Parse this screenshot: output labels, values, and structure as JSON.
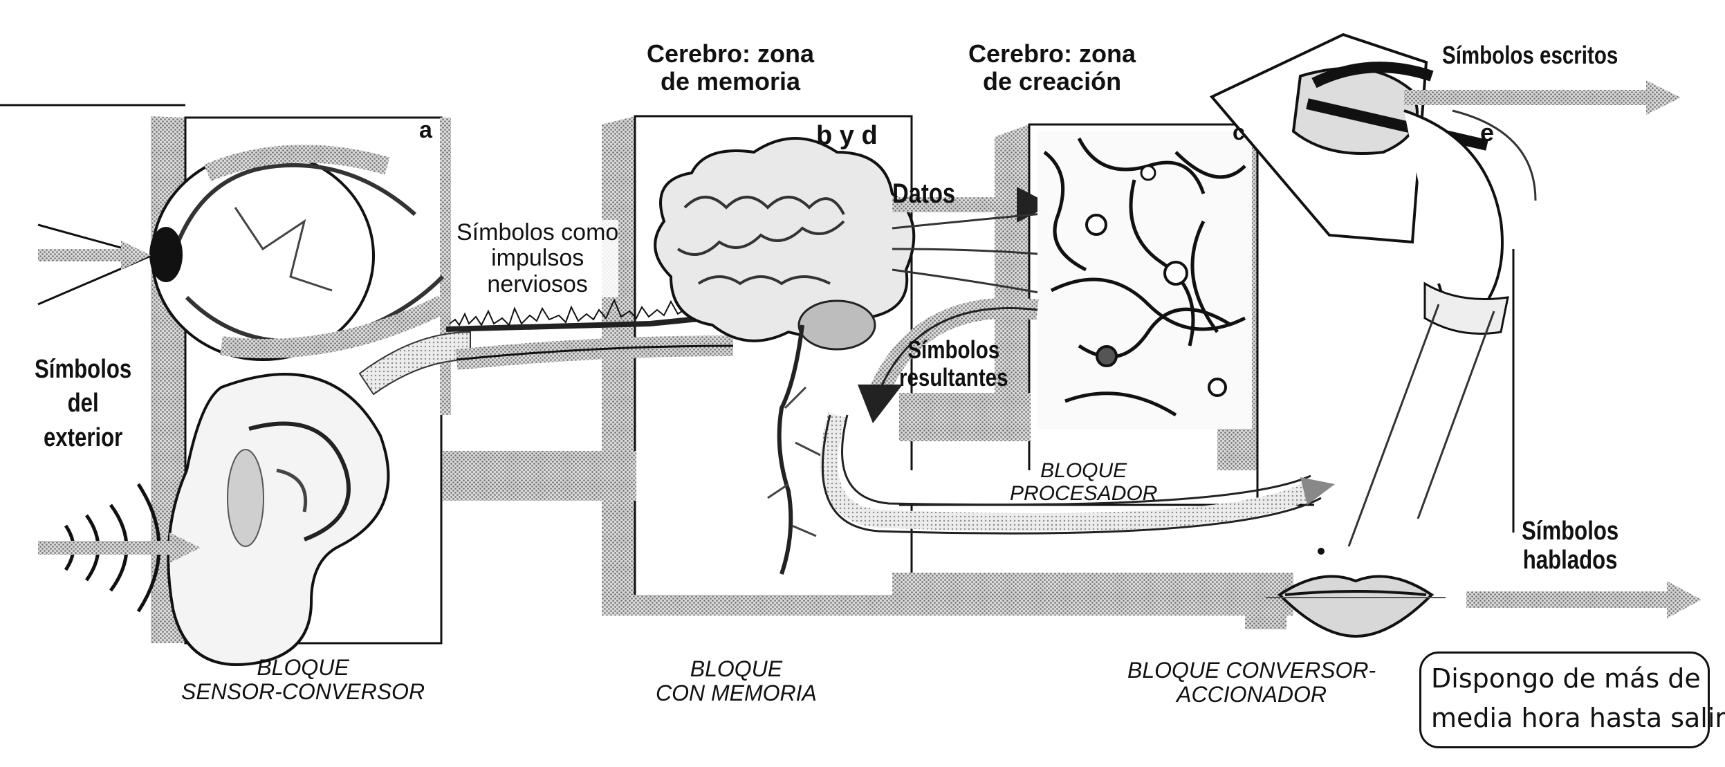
{
  "labels": {
    "memoria_title": "Cerebro: zona\nde memoria",
    "creacion_title": "Cerebro: zona\nde creación",
    "simbolos_escritos": "Símbolos escritos",
    "box_a": "a",
    "box_byd": "b y d",
    "box_c": "c",
    "box_e": "e",
    "datos": "Datos",
    "simbolos_impulsos": "Símbolos como\nimpulsos\nnerviosos",
    "simbolos_exterior": "Símbolos\ndel\nexterior",
    "simbolos_resultantes": "Símbolos\nresultantes",
    "simbolos_hablados": "Símbolos\nhablados",
    "bloque_procesador": "BLOQUE\nPROCESADOR",
    "bloque_sensor": "BLOQUE\nSENSOR-CONVERSOR",
    "bloque_memoria": "BLOQUE\nCON MEMORIA",
    "bloque_accionador": "BLOQUE CONVERSOR-\nACCIONADOR"
  },
  "speech_bubble": {
    "line1": "Dispongo de más de",
    "line2": "media hora hasta salir"
  },
  "illustrations": [
    "eye-illustration",
    "ear-illustration",
    "brain-illustration",
    "neuron-network-illustration",
    "writing-hand-illustration",
    "lips-illustration",
    "sound-waves-icon"
  ],
  "colors": {
    "ink": "#111111",
    "shade": "#9a9a9a",
    "paper": "#ffffff"
  }
}
